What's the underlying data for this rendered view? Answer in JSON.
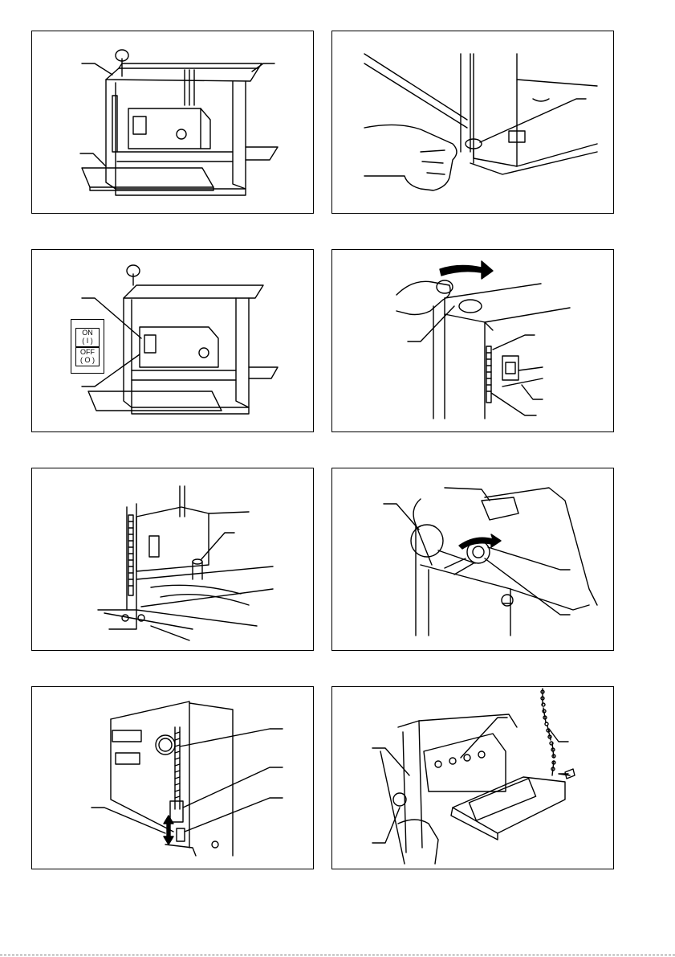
{
  "figures": [
    {
      "id": "fig-1",
      "subject": "planer-with-extension-tables",
      "callout_count": 3
    },
    {
      "id": "fig-2",
      "subject": "hand-turning-knob-at-base",
      "callout_count": 1
    },
    {
      "id": "fig-3",
      "subject": "switch-box-on-off",
      "callout_count": 2
    },
    {
      "id": "fig-4",
      "subject": "turning-handle-depth-scale",
      "callout_count": 3
    },
    {
      "id": "fig-5",
      "subject": "depth-stopper-side-view",
      "callout_count": 1
    },
    {
      "id": "fig-6",
      "subject": "handle-and-top-knob-rotation",
      "callout_count": 3
    },
    {
      "id": "fig-7",
      "subject": "stopper-bolt-adjustment",
      "callout_count": 4
    },
    {
      "id": "fig-8",
      "subject": "blade-cover-removal-with-chain",
      "callout_count": 5
    }
  ],
  "switch_box": {
    "on_label": "ON",
    "on_symbol": "( I )",
    "off_label": "OFF",
    "off_symbol": "( O )"
  },
  "colors": {
    "line": "#000000",
    "panel_border": "#000000",
    "background": "#ffffff"
  }
}
